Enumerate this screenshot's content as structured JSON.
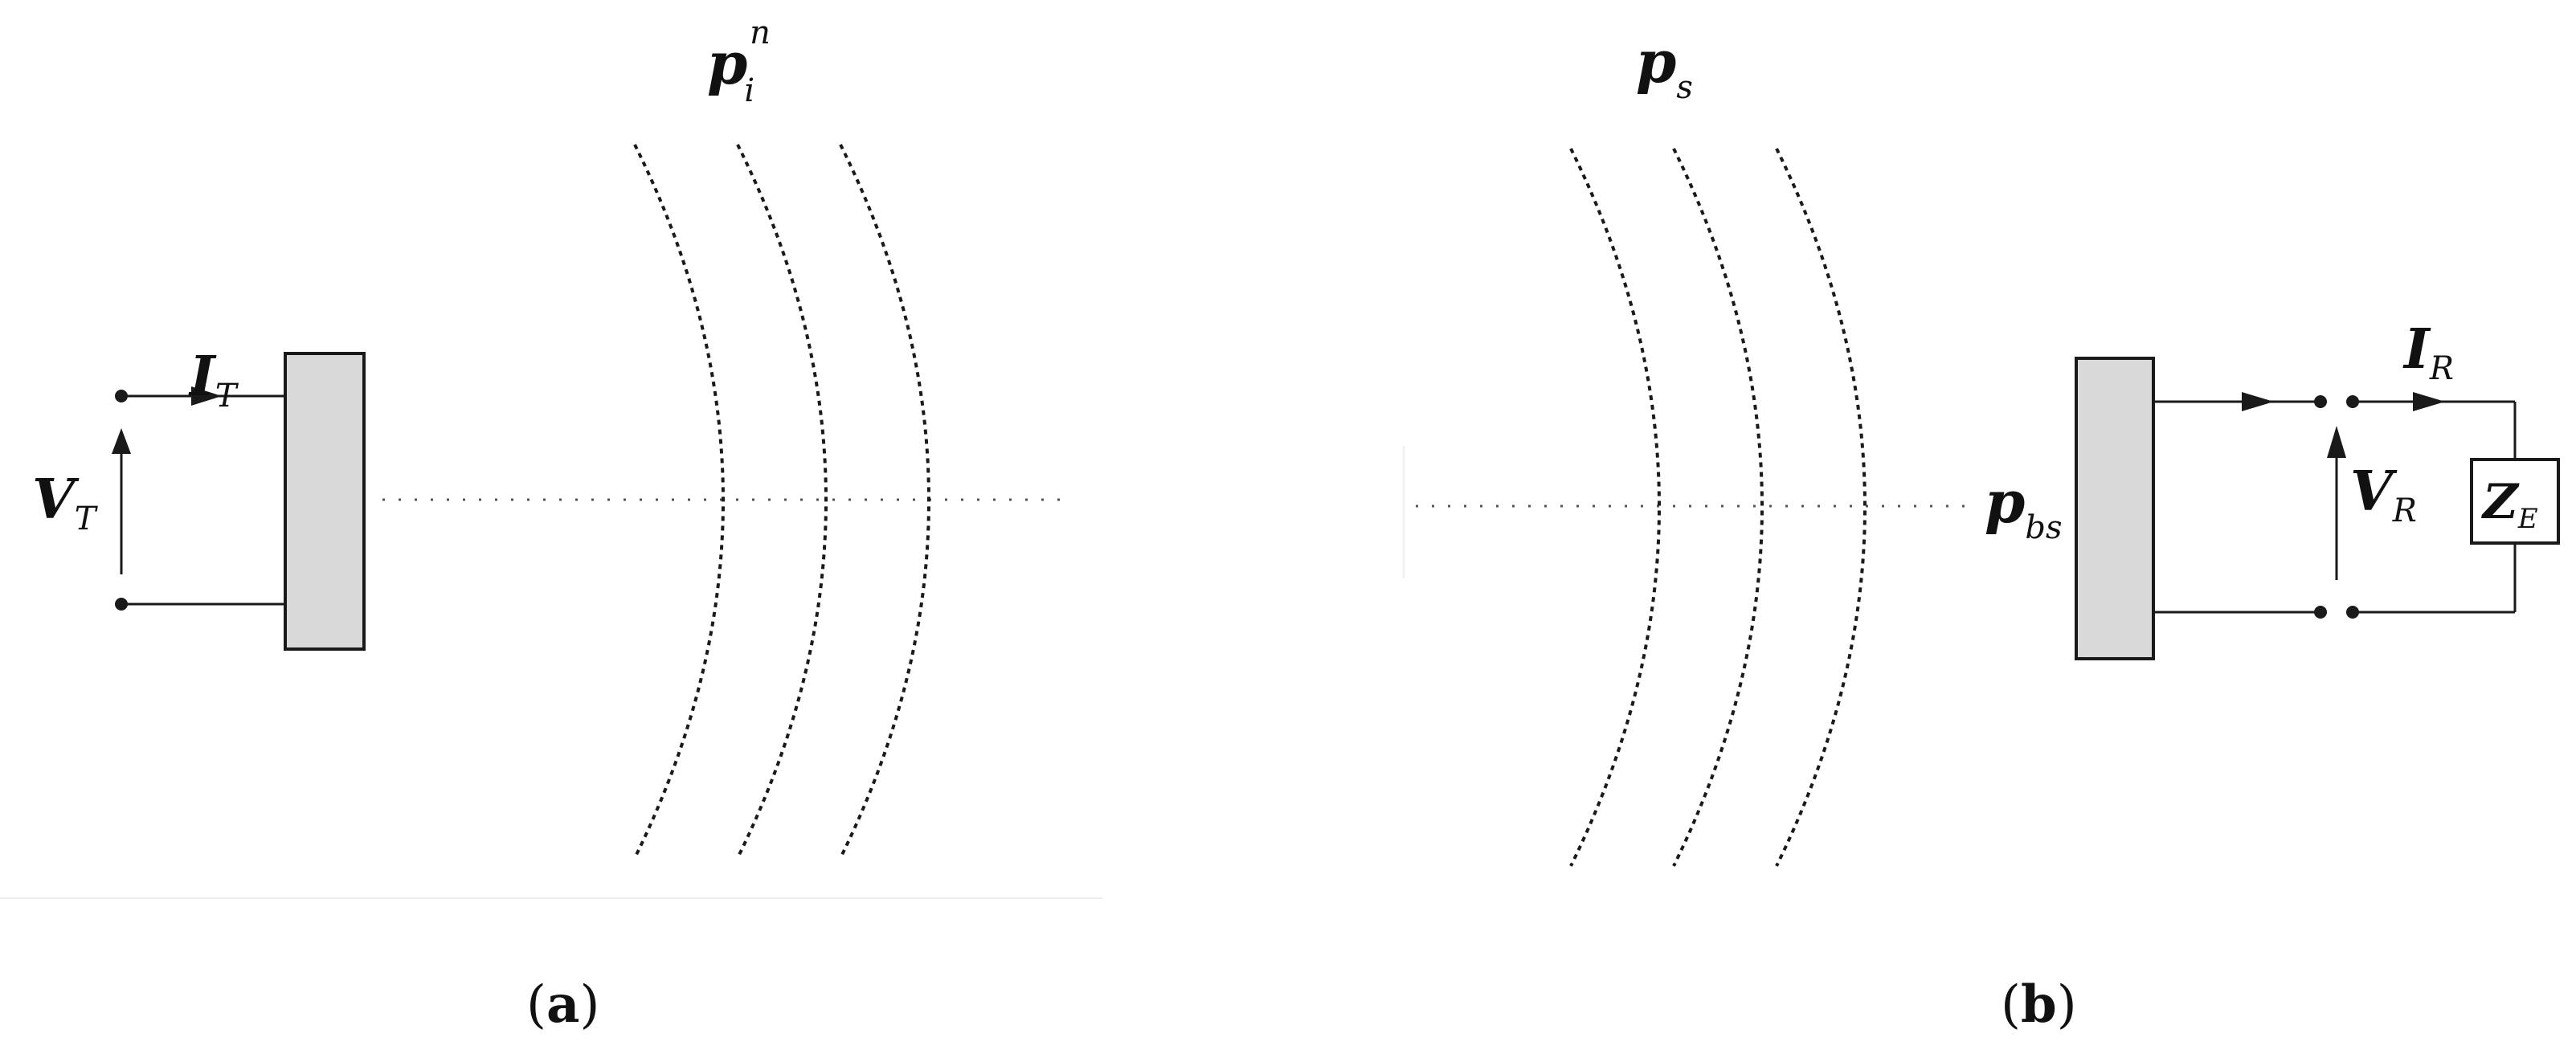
{
  "panel_a": {
    "label_current": {
      "main": "I",
      "sub": "T"
    },
    "label_voltage": {
      "main": "V",
      "sub": "T"
    },
    "label_wave": {
      "main": "p",
      "sub": "i",
      "sup": "n"
    },
    "caption": {
      "open": "(",
      "letter": "a",
      "close": ")"
    }
  },
  "panel_b": {
    "label_wave": {
      "main": "p",
      "sub": "s"
    },
    "label_pressure": {
      "main": "p",
      "sub": "bs"
    },
    "label_voltage": {
      "main": "V",
      "sub": "R"
    },
    "label_current": {
      "main": "I",
      "sub": "R"
    },
    "label_impedance": {
      "main": "Z",
      "sub": "E"
    },
    "caption": {
      "open": "(",
      "letter": "b",
      "close": ")"
    }
  },
  "colors": {
    "transducer_fill": "#d9d9d9",
    "line": "#1a1a1a"
  }
}
